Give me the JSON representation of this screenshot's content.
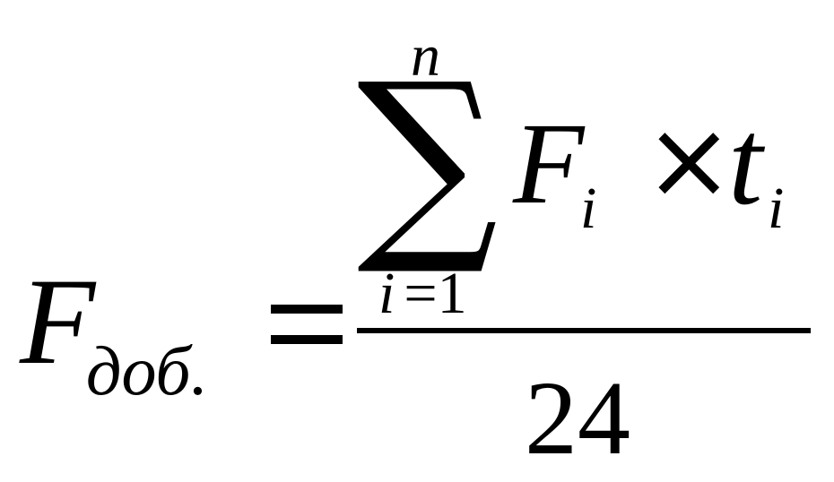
{
  "formula": {
    "lhs": {
      "symbol": "F",
      "subscript": "доб."
    },
    "equals": "=",
    "numerator": {
      "sum_symbol": "∑",
      "upper_limit": "n",
      "lower_limit": {
        "index": "i",
        "operator": "=",
        "start": "1"
      },
      "term": {
        "factor1": "F",
        "factor1_subscript": "i",
        "operator": "×",
        "factor2": "t",
        "factor2_subscript": "i"
      }
    },
    "denominator": "24"
  }
}
